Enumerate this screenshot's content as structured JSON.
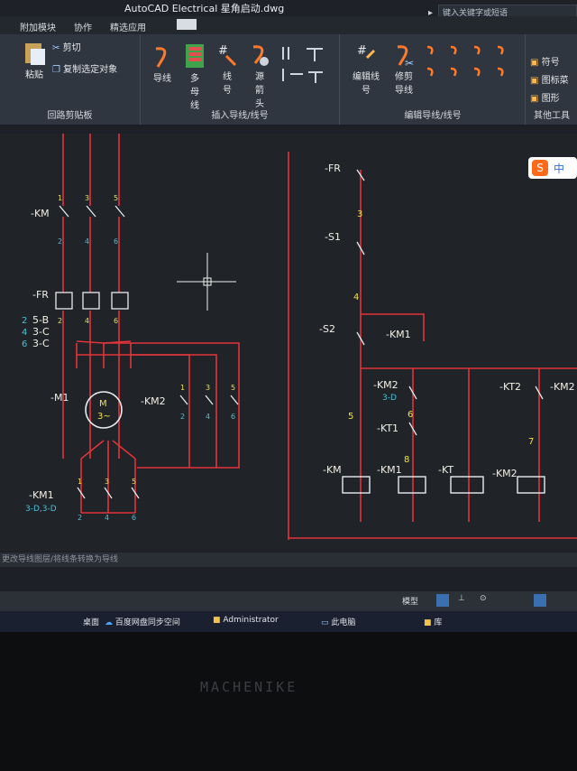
{
  "window": {
    "title": "AutoCAD Electrical  星角启动.dwg"
  },
  "search": {
    "placeholder": "键入关键字或短语"
  },
  "menu": {
    "items": [
      "附加模块",
      "协作",
      "精选应用"
    ]
  },
  "ribbon": {
    "clipboard": {
      "label": "回路剪贴板",
      "cut": "剪切",
      "paste": "粘贴",
      "copy_selected": "复制选定对象"
    },
    "insert_wires": {
      "label": "插入导线/线号",
      "wire": "导线",
      "multi_bus": "多母线",
      "wire_number": "线号",
      "source_arrow": "源箭头"
    },
    "edit_wires": {
      "label": "编辑导线/线号",
      "edit_wire_number": "编辑线号",
      "trim_wire": "修剪导线"
    },
    "other_tools": {
      "label": "其他工具",
      "symbol": "符号",
      "icon_menu": "图标菜",
      "graphic": "图形"
    }
  },
  "canvas": {
    "left_labels": {
      "km": "-KM",
      "fr": "-FR",
      "m1": "-M1",
      "km2": "-KM2",
      "km1": "-KM1",
      "km1_sub": "3-D,3-D",
      "motor_m": "M",
      "motor_3": "3~",
      "refs": [
        "5-B",
        "3-C",
        "3-C"
      ],
      "ref_nums": [
        "2",
        "4",
        "6"
      ],
      "km_pins_top": [
        "1",
        "3",
        "5"
      ],
      "km_pins_bot": [
        "2",
        "4",
        "6"
      ],
      "fr_pins": [
        "2",
        "4",
        "6"
      ],
      "km2_pins_top": [
        "1",
        "3",
        "5"
      ],
      "km2_pins_bot": [
        "2",
        "4",
        "6"
      ],
      "km1_pins_top": [
        "1",
        "3",
        "5"
      ],
      "km1_pins_bot": [
        "2",
        "4",
        "6"
      ]
    },
    "right_labels": {
      "fr": "-FR",
      "s1": "-S1",
      "s2": "-S2",
      "km1_contact": "-KM1",
      "km2_contact": "-KM2",
      "km2_sub": "3-D",
      "kt1": "-KT1",
      "kt2": "-KT2",
      "km2_right": "-KM2",
      "coil_km": "-KM",
      "coil_km1": "-KM1",
      "coil_kt": "-KT",
      "coil_km2": "-KM2",
      "wire_nums": [
        "3",
        "4",
        "5",
        "6",
        "8",
        "7"
      ]
    }
  },
  "ime": {
    "label": "中"
  },
  "statusline": {
    "text": "更改导线图层/将线条转换为导线"
  },
  "status": {
    "model": "模型"
  },
  "taskbar": {
    "desktop": "桌面",
    "baidu": "百度网盘同步空间",
    "admin": "Administrator",
    "pc": "此电脑",
    "lib": "库"
  },
  "bezel": {
    "brand": "MACHENIKE"
  }
}
